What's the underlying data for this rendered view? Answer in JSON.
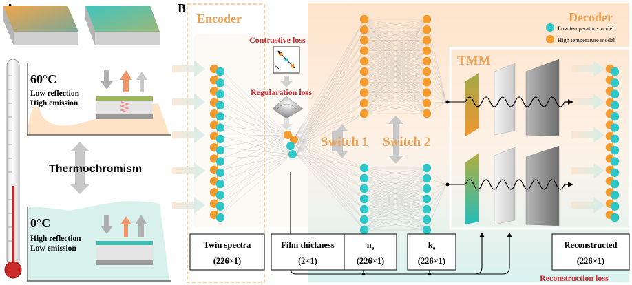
{
  "panel_a": {
    "label": "A",
    "hot": {
      "temperature": "60°C",
      "line1": "Low reflection",
      "line2": "High emission"
    },
    "center": "Thermochromism",
    "cold": {
      "temperature": "0°C",
      "line1": "High reflection",
      "line2": "Low emission"
    }
  },
  "panel_b": {
    "label": "B",
    "encoder": "Encoder",
    "decoder": "Decoder",
    "contrastive_loss": "Contrastive loss",
    "regularization_loss": "Regularation loss",
    "switch1": "Switch 1",
    "switch2": "Switch 2",
    "tmm": "TMM",
    "legend": {
      "low": "Low temperature model",
      "high": "High temperature model"
    },
    "boxes": {
      "twin_title": "Twin spectra",
      "twin_dim": "(226×1)",
      "film_title": "Film thickness",
      "film_dim": "(2×1)",
      "ne_main": "n",
      "ne_sub": "e",
      "ne_dim": "(226×1)",
      "ke_main": "k",
      "ke_sub": "e",
      "ke_dim": "(226×1)",
      "recon_title": "Reconstructed",
      "recon_dim": "(226×1)"
    },
    "reconstruction_loss": "Reconstruction loss"
  },
  "colors": {
    "orange": "#f59a2c",
    "teal": "#2fc6c8",
    "loss_red": "#d9262c",
    "label_orange": "#f0a050"
  }
}
